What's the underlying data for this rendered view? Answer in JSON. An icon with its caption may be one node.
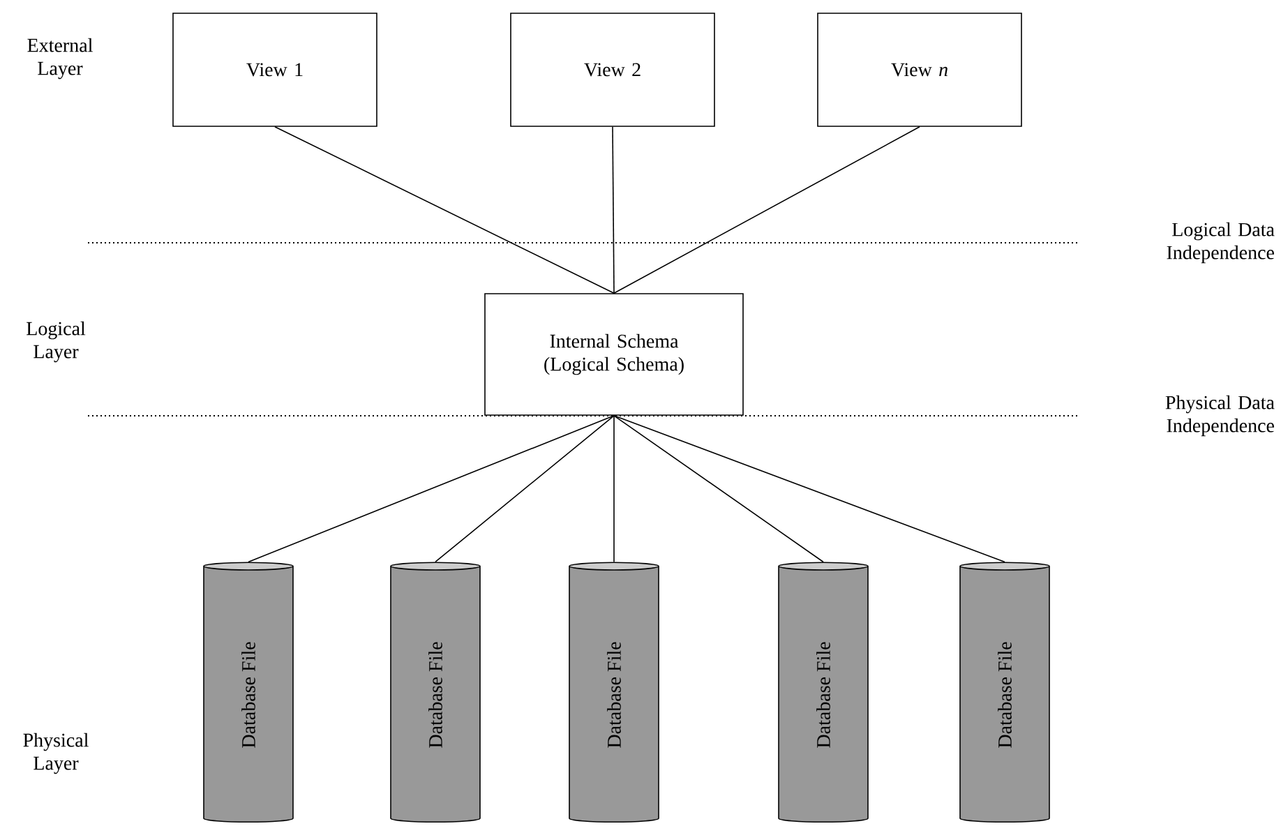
{
  "diagram": {
    "nodes": [
      {
        "text": [
          "View 1"
        ]
      },
      {
        "text": [
          "View 2"
        ]
      },
      {
        "text": [
          "View *n*"
        ]
      },
      {
        "text": [
          "Internal Schema (Logical Schema)"
        ]
      },
      {
        "text": [
          "Database File"
        ]
      },
      {
        "text": [
          "Database File"
        ]
      },
      {
        "text": [
          "Database File"
        ]
      },
      {
        "text": [
          "Database File"
        ]
      },
      {
        "text": [
          "Database File"
        ]
      }
    ],
    "edges": [
      {
        "from": 0,
        "to": 3,
        "arrow": "none"
      },
      {
        "from": 1,
        "to": 3,
        "arrow": "none"
      },
      {
        "from": 2,
        "to": 3,
        "arrow": "none"
      },
      {
        "from": 3,
        "to": 4,
        "arrow": "none"
      },
      {
        "from": 3,
        "to": 5,
        "arrow": "none"
      },
      {
        "from": 3,
        "to": 6,
        "arrow": "none"
      },
      {
        "from": 3,
        "to": 7,
        "arrow": "none"
      },
      {
        "from": 3,
        "to": 8,
        "arrow": "none"
      }
    ],
    "labels": [
      "External Layer",
      "Logical Data Independence",
      "Logical Layer",
      "Physical Data Independence",
      "Physical Layer"
    ]
  }
}
